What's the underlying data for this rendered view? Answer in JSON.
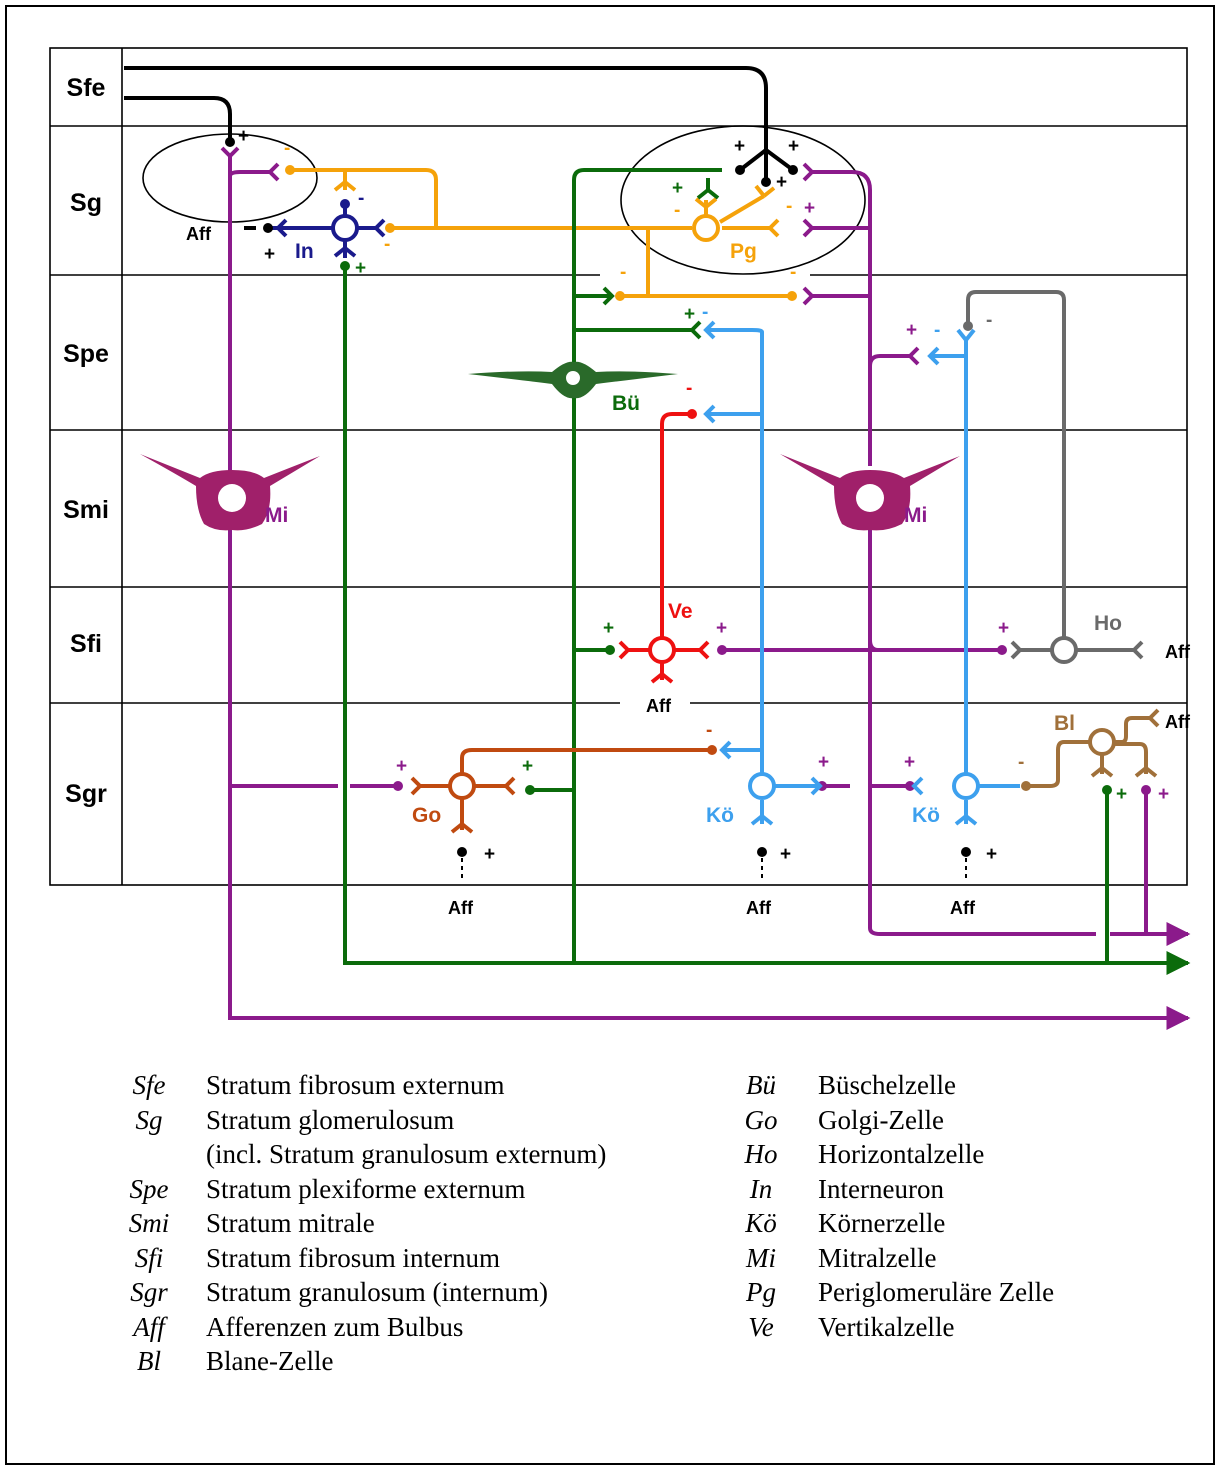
{
  "layers": [
    {
      "key": "sfe",
      "abbr": "Sfe",
      "desc": "Stratum fibrosum externum"
    },
    {
      "key": "sg",
      "abbr": "Sg",
      "desc": "Stratum glomerulosum"
    },
    {
      "key": "sg2",
      "abbr": "",
      "desc": "(incl. Stratum granulosum externum)"
    },
    {
      "key": "spe",
      "abbr": "Spe",
      "desc": "Stratum plexiforme externum"
    },
    {
      "key": "smi",
      "abbr": "Smi",
      "desc": "Stratum mitrale"
    },
    {
      "key": "sfi",
      "abbr": "Sfi",
      "desc": "Stratum fibrosum internum"
    },
    {
      "key": "sgr",
      "abbr": "Sgr",
      "desc": "Stratum granulosum (internum)"
    },
    {
      "key": "aff",
      "abbr": "Aff",
      "desc": "Afferenzen zum Bulbus"
    },
    {
      "key": "bl",
      "abbr": "Bl",
      "desc": "Blane-Zelle"
    }
  ],
  "cells": [
    {
      "key": "bu",
      "abbr": "Bü",
      "desc": "Büschelzelle"
    },
    {
      "key": "go",
      "abbr": "Go",
      "desc": "Golgi-Zelle"
    },
    {
      "key": "ho",
      "abbr": "Ho",
      "desc": "Horizontalzelle"
    },
    {
      "key": "in",
      "abbr": "In",
      "desc": "Interneuron"
    },
    {
      "key": "ko",
      "abbr": "Kö",
      "desc": "Körnerzelle"
    },
    {
      "key": "mi",
      "abbr": "Mi",
      "desc": "Mitralzelle"
    },
    {
      "key": "pg",
      "abbr": "Pg",
      "desc": "Periglomeruläre Zelle"
    },
    {
      "key": "ve",
      "abbr": "Ve",
      "desc": "Vertikalzelle"
    }
  ],
  "rows": [
    "Sfe",
    "Sg",
    "Spe",
    "Smi",
    "Sfi",
    "Sgr"
  ],
  "labels": {
    "aff": "Aff",
    "in": "In",
    "pg": "Pg",
    "bu": "Bü",
    "mi": "Mi",
    "ve": "Ve",
    "ho": "Ho",
    "bl": "Bl",
    "go": "Go",
    "ko": "Kö",
    "plus": "+",
    "minus": "-"
  },
  "colors": {
    "black": "#000000",
    "purple": "#8B1A8B",
    "green": "#0B6B0B",
    "orange": "#F5A20A",
    "navy": "#1A1A8C",
    "blue": "#3DA0EE",
    "red": "#EE1111",
    "gray": "#6A6A6A",
    "brown": "#A0703A",
    "rust": "#C04A10",
    "mitral": "#A0206A",
    "tufted": "#2A6A2A"
  }
}
